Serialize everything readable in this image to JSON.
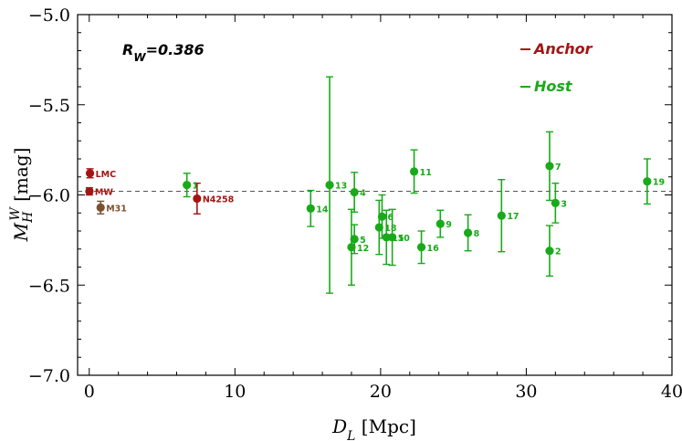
{
  "chart_data": {
    "type": "scatter",
    "xlabel": "D_L [Mpc]",
    "ylabel": "M_H^W [mag]",
    "xlim": [
      -0.8,
      40
    ],
    "ylim": [
      -7.0,
      -5.0
    ],
    "x_ticks": [
      "0",
      "10",
      "20",
      "30",
      "40"
    ],
    "y_ticks": [
      "−5.0",
      "−5.5",
      "−6.0",
      "−6.5",
      "−7.0"
    ],
    "reference_line": -5.98,
    "annotation": "R_W=0.386",
    "legend": {
      "placement": "top-right",
      "entries": [
        {
          "name": "Anchor",
          "color": "#a51414"
        },
        {
          "name": "Host",
          "color": "#19aa19"
        }
      ]
    },
    "colors": {
      "anchor": "#a51414",
      "host": "#19aa19",
      "m31": "#7a5230"
    },
    "series": [
      {
        "name": "Anchor",
        "points": [
          {
            "label": "LMC",
            "x": 0.05,
            "y": -5.88,
            "err": 0.025
          },
          {
            "label": "MW",
            "x": 0.01,
            "y": -5.98,
            "err": 0.02
          },
          {
            "label": "M31",
            "x": 0.78,
            "y": -6.07,
            "err": 0.035,
            "color": "#7a5230"
          },
          {
            "label": "N4258",
            "x": 7.4,
            "y": -6.02,
            "err": 0.085
          }
        ]
      },
      {
        "name": "Host",
        "points": [
          {
            "label": "1",
            "x": 6.7,
            "y": -5.945,
            "err": 0.065
          },
          {
            "label": "2",
            "x": 31.6,
            "y": -6.31,
            "err": 0.14
          },
          {
            "label": "3",
            "x": 32.0,
            "y": -6.045,
            "err": 0.11
          },
          {
            "label": "4",
            "x": 18.2,
            "y": -5.985,
            "err": 0.11
          },
          {
            "label": "5",
            "x": 18.2,
            "y": -6.245,
            "err": 0.08
          },
          {
            "label": "6",
            "x": 20.1,
            "y": -6.12,
            "err": 0.12
          },
          {
            "label": "7",
            "x": 31.6,
            "y": -5.84,
            "err": 0.19
          },
          {
            "label": "8",
            "x": 26.0,
            "y": -6.21,
            "err": 0.1
          },
          {
            "label": "9",
            "x": 24.1,
            "y": -6.16,
            "err": 0.075
          },
          {
            "label": "10",
            "x": 20.8,
            "y": -6.235,
            "err": 0.155
          },
          {
            "label": "11",
            "x": 22.3,
            "y": -5.87,
            "err": 0.12
          },
          {
            "label": "12",
            "x": 18.0,
            "y": -6.29,
            "err": 0.21
          },
          {
            "label": "13",
            "x": 16.5,
            "y": -5.945,
            "err": 0.6
          },
          {
            "label": "14",
            "x": 15.2,
            "y": -6.075,
            "err": 0.1
          },
          {
            "label": "15",
            "x": 20.4,
            "y": -6.235,
            "err": 0.15
          },
          {
            "label": "16",
            "x": 22.8,
            "y": -6.29,
            "err": 0.09
          },
          {
            "label": "17",
            "x": 28.3,
            "y": -6.115,
            "err": 0.2
          },
          {
            "label": "18",
            "x": 19.9,
            "y": -6.18,
            "err": 0.15
          },
          {
            "label": "19",
            "x": 38.3,
            "y": -5.925,
            "err": 0.125
          }
        ]
      }
    ]
  }
}
